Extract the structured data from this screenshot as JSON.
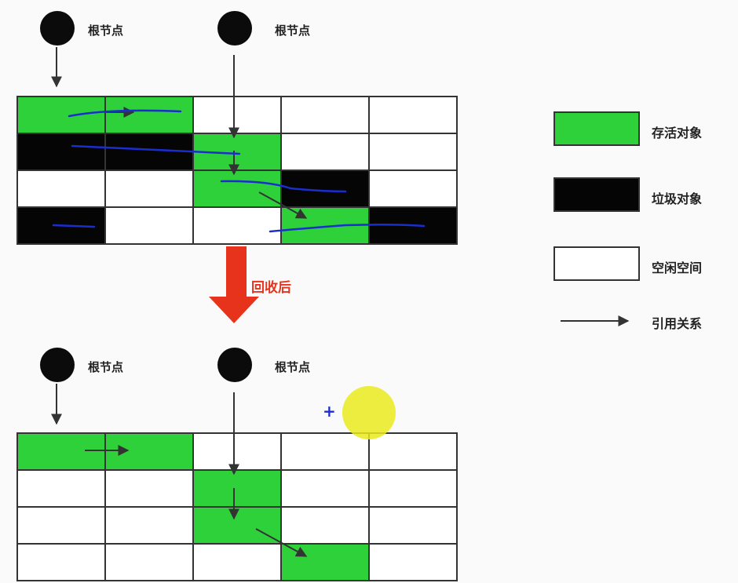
{
  "top": {
    "roots": [
      {
        "label": "根节点"
      },
      {
        "label": "根节点"
      }
    ],
    "grid": [
      [
        "live",
        "live",
        "free",
        "free",
        "free"
      ],
      [
        "garbage",
        "garbage",
        "live",
        "free",
        "free"
      ],
      [
        "free",
        "free",
        "live",
        "garbage",
        "free"
      ],
      [
        "garbage",
        "free",
        "free",
        "live",
        "garbage"
      ]
    ]
  },
  "transition": {
    "label": "回收后"
  },
  "bottom": {
    "roots": [
      {
        "label": "根节点"
      },
      {
        "label": "根节点"
      }
    ],
    "grid": [
      [
        "live",
        "live",
        "free",
        "free",
        "free"
      ],
      [
        "free",
        "free",
        "live",
        "free",
        "free"
      ],
      [
        "free",
        "free",
        "live",
        "free",
        "free"
      ],
      [
        "free",
        "free",
        "free",
        "live",
        "free"
      ]
    ]
  },
  "legend": {
    "live": "存活对象",
    "garbage": "垃圾对象",
    "free": "空闲空间",
    "reference": "引用关系"
  },
  "colors": {
    "live": "#2ed13a",
    "garbage": "#050505",
    "free": "#ffffff",
    "arrow_down": "#e8331c",
    "annotation": "#1a2ecf",
    "highlight": "#eaea1e"
  },
  "cursor": "+"
}
